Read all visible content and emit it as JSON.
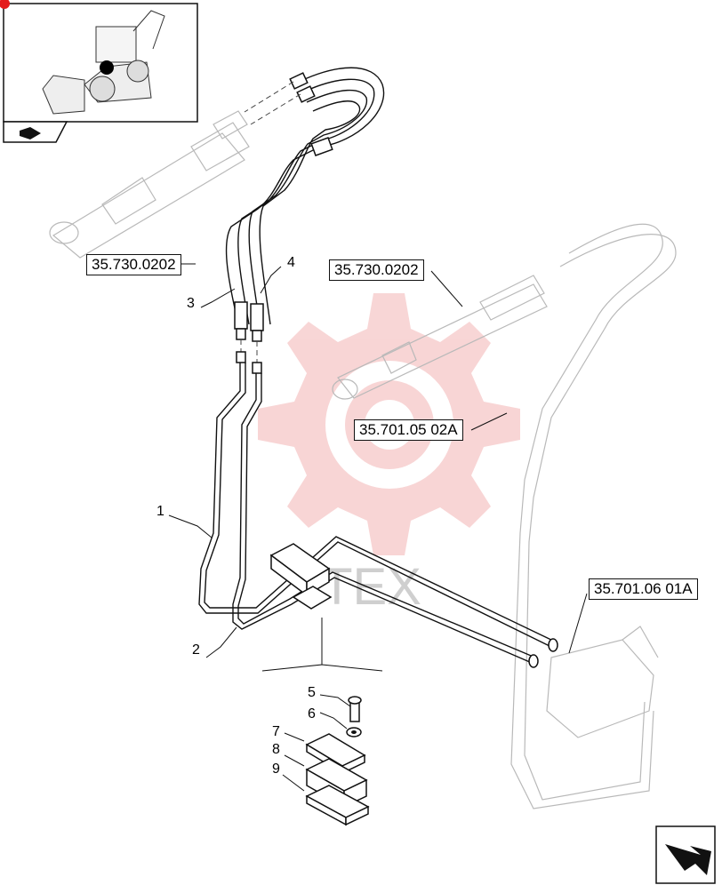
{
  "references": [
    {
      "id": "ref-cylinder-left",
      "label": "35.730.0202"
    },
    {
      "id": "ref-cylinder-right",
      "label": "35.730.0202"
    },
    {
      "id": "ref-pipes-1",
      "label": "35.701.05 02A"
    },
    {
      "id": "ref-valve",
      "label": "35.701.06 01A"
    }
  ],
  "callouts": [
    "1",
    "2",
    "3",
    "4",
    "5",
    "6",
    "7",
    "8",
    "9"
  ],
  "watermark": "ITEX",
  "icons": {
    "thumbnail": "backhoe-loader-icon",
    "prev": "arrow-back-icon",
    "next": "arrow-next-icon",
    "watermark": "gear-logo-icon"
  },
  "colors": {
    "watermark": "#f3b4b4",
    "ghost": "#b9b9b9",
    "line": "#111111"
  }
}
